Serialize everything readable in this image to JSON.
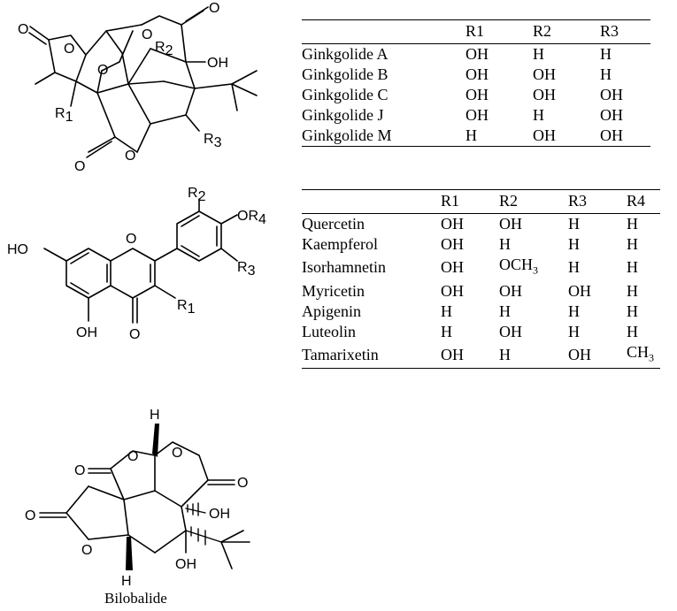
{
  "ginkgolide_structure": {
    "labels": {
      "r1": "R",
      "r1_sub": "1",
      "r2": "R",
      "r2_sub": "2",
      "r3": "R",
      "r3_sub": "3",
      "o": "O",
      "oh": "OH"
    }
  },
  "ginkgolide_table": {
    "headers": [
      "",
      "R1",
      "R2",
      "R3"
    ],
    "rows": [
      [
        "Ginkgolide A",
        "OH",
        "H",
        "H"
      ],
      [
        "Ginkgolide B",
        "OH",
        "OH",
        "H"
      ],
      [
        "Ginkgolide C",
        "OH",
        "OH",
        "OH"
      ],
      [
        "Ginkgolide J",
        "OH",
        "H",
        "OH"
      ],
      [
        "Ginkgolide M",
        "H",
        "OH",
        "OH"
      ]
    ]
  },
  "flavonoid_structure": {
    "labels": {
      "ho_top": "HO",
      "oh_bottom": "OH",
      "o_ring": "O",
      "o_keto": "O",
      "r1": "R",
      "r1_sub": "1",
      "r2": "R",
      "r2_sub": "2",
      "r3": "R",
      "r3_sub": "3",
      "or4": "OR",
      "or4_sub": "4"
    }
  },
  "flavonoid_table": {
    "headers": [
      "",
      "R1",
      "R2",
      "R3",
      "R4"
    ],
    "rows": [
      [
        "Quercetin",
        "OH",
        "OH",
        "H",
        "H"
      ],
      [
        "Kaempferol",
        "OH",
        "H",
        "H",
        "H"
      ],
      [
        "Isorhamnetin",
        "OH",
        "OCH3",
        "H",
        "H"
      ],
      [
        "Myricetin",
        "OH",
        "OH",
        "OH",
        "H"
      ],
      [
        "Apigenin",
        "H",
        "H",
        "H",
        "H"
      ],
      [
        "Luteolin",
        "H",
        "OH",
        "H",
        "H"
      ],
      [
        "Tamarixetin",
        "OH",
        "H",
        "OH",
        "CH3"
      ]
    ]
  },
  "bilobalide_structure": {
    "labels": {
      "h_top": "H",
      "h_bottom": "H",
      "o": "O",
      "oh": "OH"
    },
    "caption": "Bilobalide"
  }
}
